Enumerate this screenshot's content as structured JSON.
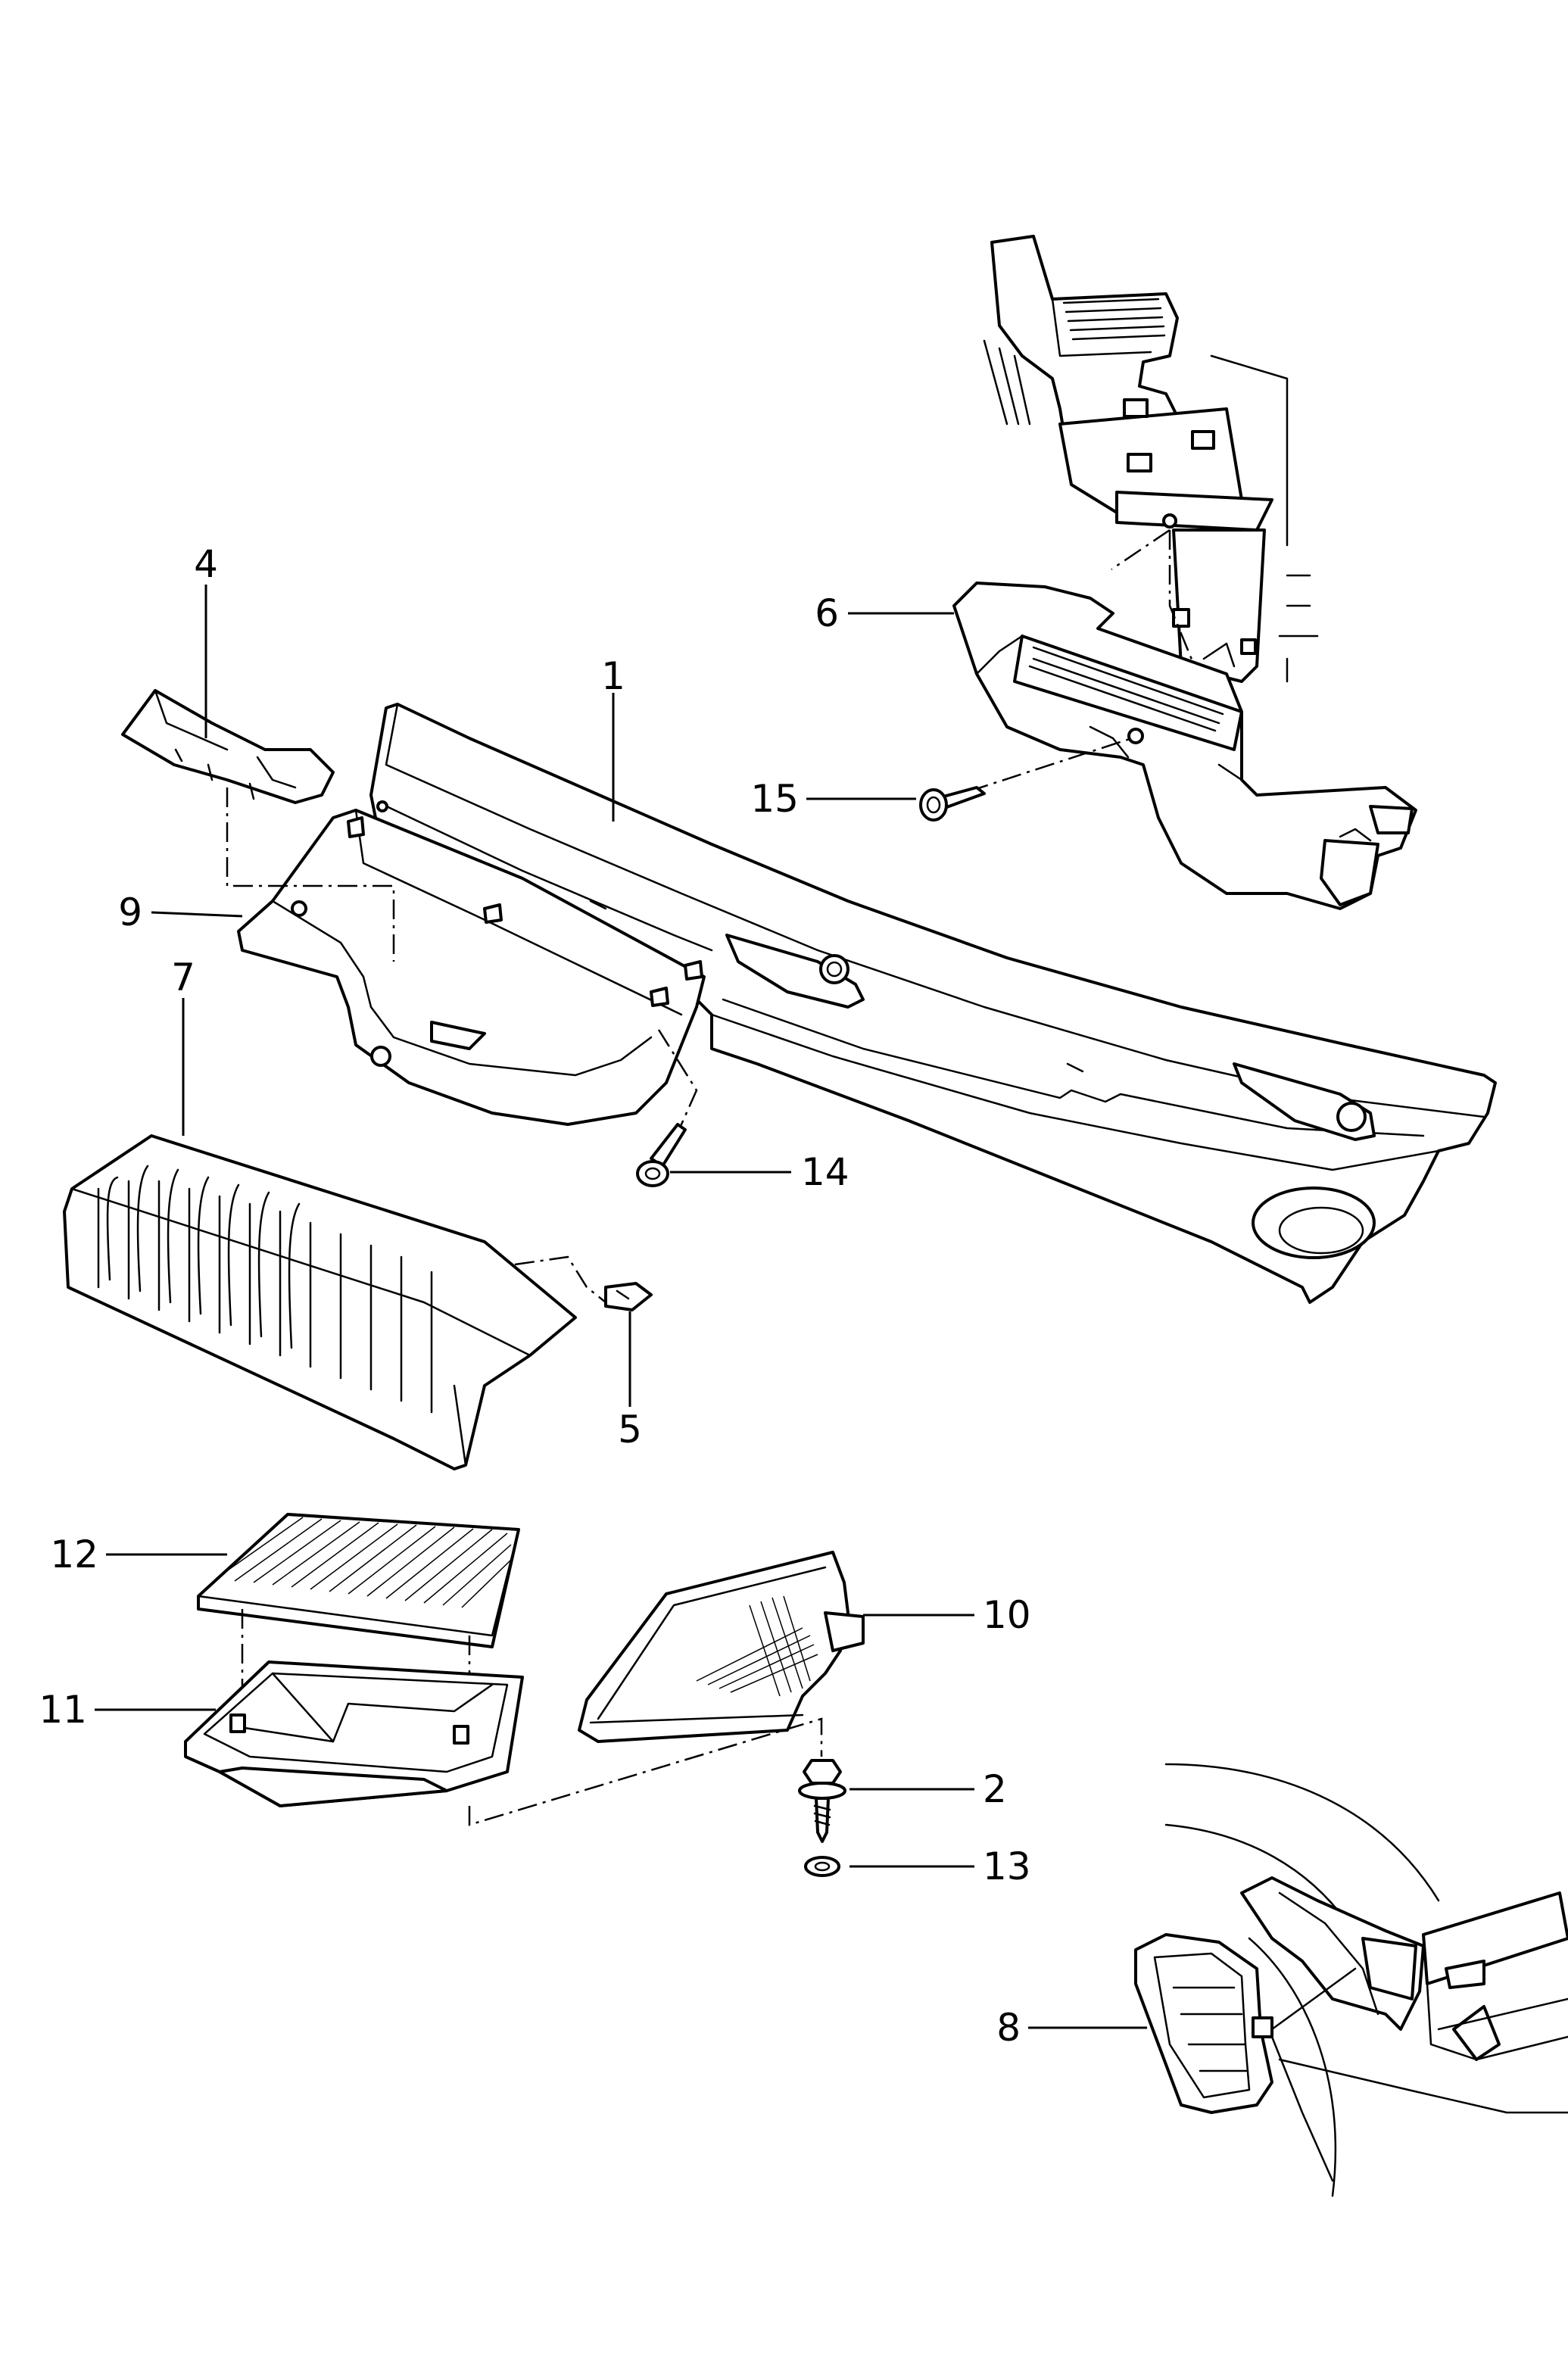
{
  "callouts": [
    "1",
    "2",
    "4",
    "5",
    "6",
    "7",
    "8",
    "9",
    "10",
    "11",
    "12",
    "13",
    "14",
    "15"
  ],
  "colors": {
    "ink": "#000000",
    "paper": "#ffffff"
  }
}
